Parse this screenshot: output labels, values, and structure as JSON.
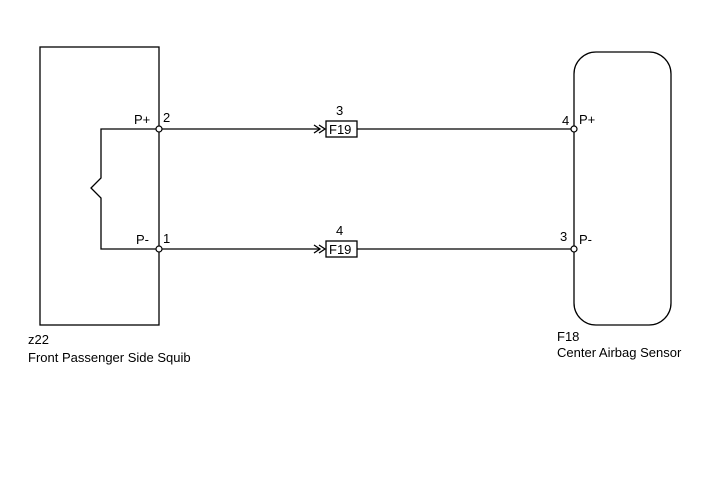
{
  "left_component": {
    "code": "z22",
    "name": "Front Passenger Side Squib",
    "pins": [
      {
        "label": "P+",
        "number": "2"
      },
      {
        "label": "P-",
        "number": "1"
      }
    ]
  },
  "right_component": {
    "code": "F18",
    "name": "Center Airbag Sensor",
    "pins": [
      {
        "label": "P+",
        "number": "4"
      },
      {
        "label": "P-",
        "number": "3"
      }
    ]
  },
  "connectors": [
    {
      "name": "F19",
      "pin": "3"
    },
    {
      "name": "F19",
      "pin": "4"
    }
  ]
}
